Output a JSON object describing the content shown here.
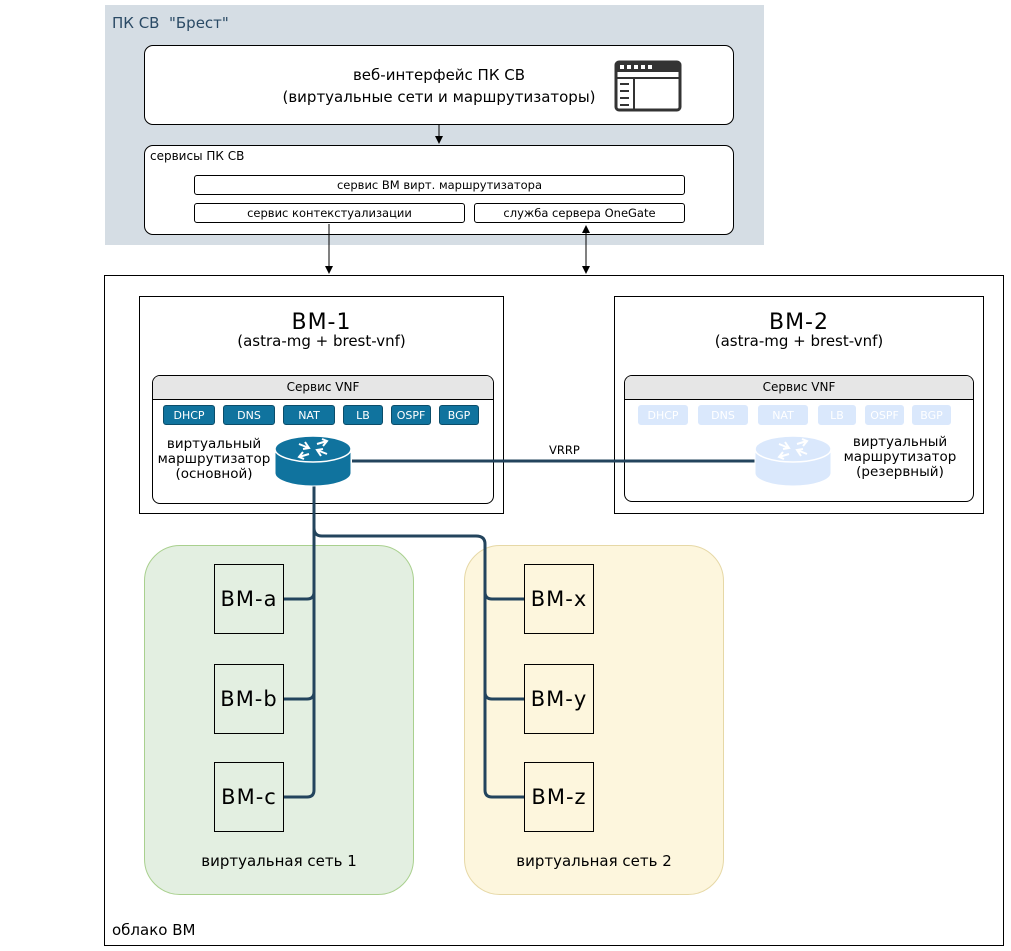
{
  "pk": {
    "title": "ПК СВ  \"Брест\"",
    "web_line1": "веб-интерфейс ПК СВ",
    "web_line2": "(виртуальные сети и маршрутизаторы)",
    "web_icon": "browser-window-icon",
    "services_title": "сервисы ПК СВ",
    "svc_router": "сервис ВМ вирт. маршрутизатора",
    "svc_context": "сервис контекстуализации",
    "svc_onegate": "служба сервера OneGate"
  },
  "cloud": {
    "label": "облако ВМ"
  },
  "vm1": {
    "title": "ВМ-1",
    "subtitle": "(astra-mg + brest-vnf)",
    "vnf_title": "Сервис VNF",
    "chips": [
      "DHCP",
      "DNS",
      "NAT",
      "LB",
      "OSPF",
      "BGP"
    ],
    "router_line1": "виртуальный",
    "router_line2": "маршрутизатор",
    "router_line3": "(основной)",
    "router_icon": "router-icon"
  },
  "vm2": {
    "title": "ВМ-2",
    "subtitle": "(astra-mg + brest-vnf)",
    "vnf_title": "Сервис VNF",
    "chips": [
      "DHCP",
      "DNS",
      "NAT",
      "LB",
      "OSPF",
      "BGP"
    ],
    "router_line1": "виртуальный",
    "router_line2": "маршрутизатор",
    "router_line3": "(резервный)",
    "router_icon": "router-icon"
  },
  "vrrp_label": "VRRP",
  "net1": {
    "label": "виртуальная сеть 1",
    "vms": [
      "ВМ-a",
      "ВМ-b",
      "ВМ-c"
    ]
  },
  "net2": {
    "label": "виртуальная сеть 2",
    "vms": [
      "ВМ-x",
      "ВМ-y",
      "ВМ-z"
    ]
  },
  "colors": {
    "panel_bg": "#d5dde4",
    "title_blue": "#2a4a65",
    "router_primary": "#10739e",
    "router_backup": "#dae8fc",
    "link": "#23445d",
    "net1_bg": "#e3efe1",
    "net2_bg": "#fdf6dd"
  }
}
